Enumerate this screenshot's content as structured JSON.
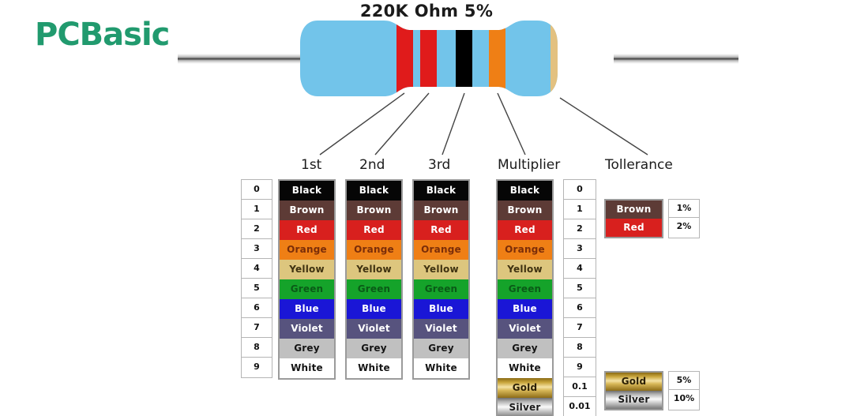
{
  "brand": {
    "logo_text": "PCBasic",
    "logo_color": "#219a6e"
  },
  "header": {
    "title": "220K Ohm 5%"
  },
  "resistor": {
    "body_color": "#72c4ea",
    "lead_color": "#b9b9b9",
    "bands": [
      {
        "name": "band-1",
        "color_name": "Red",
        "hex": "#e01b1b"
      },
      {
        "name": "band-2",
        "color_name": "Red",
        "hex": "#e01b1b"
      },
      {
        "name": "band-3",
        "color_name": "Black",
        "hex": "#000000"
      },
      {
        "name": "band-4",
        "color_name": "Orange",
        "hex": "#ef7f15"
      },
      {
        "name": "band-5",
        "color_name": "Gold",
        "hex": "#e3c180"
      }
    ]
  },
  "callouts": [
    {
      "label": "1st"
    },
    {
      "label": "2nd"
    },
    {
      "label": "3rd"
    },
    {
      "label": "Multiplier"
    },
    {
      "label": "Tollerance"
    }
  ],
  "legend": {
    "digits": [
      "0",
      "1",
      "2",
      "3",
      "4",
      "5",
      "6",
      "7",
      "8",
      "9"
    ],
    "digit_colors": [
      {
        "name": "Black",
        "bg": "#060606",
        "fg": "#ffffff"
      },
      {
        "name": "Brown",
        "bg": "#5d3b36",
        "fg": "#ffffff"
      },
      {
        "name": "Red",
        "bg": "#d8201e",
        "fg": "#ffffff"
      },
      {
        "name": "Orange",
        "bg": "#ef7f15",
        "fg": "#7a2d09"
      },
      {
        "name": "Yellow",
        "bg": "#ddc67e",
        "fg": "#3f3211"
      },
      {
        "name": "Green",
        "bg": "#15a32a",
        "fg": "#0a5a17"
      },
      {
        "name": "Blue",
        "bg": "#1a16d6",
        "fg": "#ffffff"
      },
      {
        "name": "Violet",
        "bg": "#57537e",
        "fg": "#ffffff"
      },
      {
        "name": "Grey",
        "bg": "#c0c0c0",
        "fg": "#141414"
      },
      {
        "name": "White",
        "bg": "#ffffff",
        "fg": "#141414"
      }
    ],
    "multiplier_colors": [
      {
        "name": "Black",
        "bg": "#060606",
        "fg": "#ffffff"
      },
      {
        "name": "Brown",
        "bg": "#5d3b36",
        "fg": "#ffffff"
      },
      {
        "name": "Red",
        "bg": "#d8201e",
        "fg": "#ffffff"
      },
      {
        "name": "Orange",
        "bg": "#ef7f15",
        "fg": "#7a2d09"
      },
      {
        "name": "Yellow",
        "bg": "#ddc67e",
        "fg": "#3f3211"
      },
      {
        "name": "Green",
        "bg": "#15a32a",
        "fg": "#0a5a17"
      },
      {
        "name": "Blue",
        "bg": "#1a16d6",
        "fg": "#ffffff"
      },
      {
        "name": "Violet",
        "bg": "#57537e",
        "fg": "#ffffff"
      },
      {
        "name": "Grey",
        "bg": "#c0c0c0",
        "fg": "#141414"
      },
      {
        "name": "White",
        "bg": "#ffffff",
        "fg": "#141414"
      },
      {
        "name": "Gold",
        "bg": "gold-metal",
        "fg": "#2b1f05"
      },
      {
        "name": "Silver",
        "bg": "silver-metal",
        "fg": "#1a1a1a"
      }
    ],
    "multiplier_values": [
      "0",
      "1",
      "2",
      "3",
      "4",
      "5",
      "6",
      "7",
      "8",
      "9",
      "0.1",
      "0.01"
    ],
    "tolerance_top": {
      "colors": [
        {
          "name": "Brown",
          "bg": "#5d3b36",
          "fg": "#ffffff"
        },
        {
          "name": "Red",
          "bg": "#d8201e",
          "fg": "#ffffff"
        }
      ],
      "values": [
        "1%",
        "2%"
      ]
    },
    "tolerance_bottom": {
      "colors": [
        {
          "name": "Gold",
          "bg": "gold-metal",
          "fg": "#2b1f05"
        },
        {
          "name": "Silver",
          "bg": "silver-metal",
          "fg": "#1a1a1a"
        }
      ],
      "values": [
        "5%",
        "10%"
      ]
    }
  }
}
